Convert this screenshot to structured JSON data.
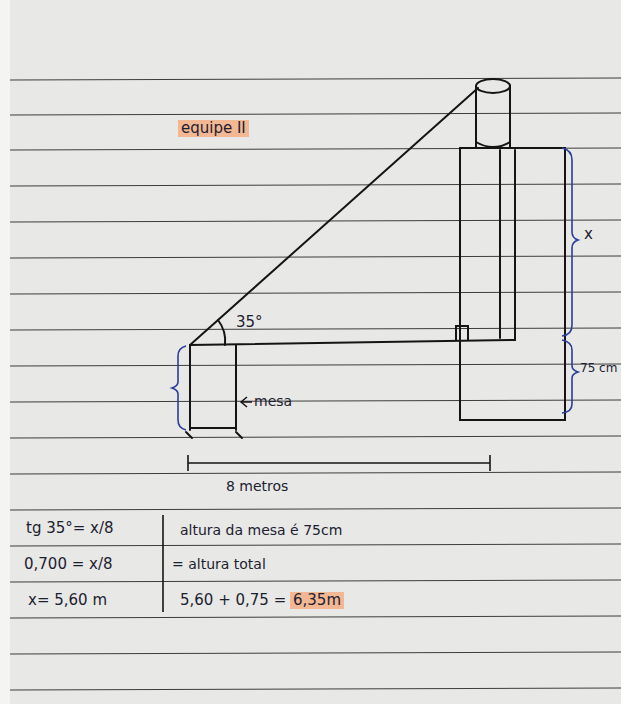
{
  "diagram": {
    "labels": [
      "equipe II",
      "35°",
      "x",
      "75 cm",
      "mesa",
      "8 metros",
      "tg 35°= x/8",
      "altura da mesa é 75cm",
      "0,700 = x/8",
      "= altura total",
      "x= 5,60 m",
      "5,60 + 0,75 =",
      "6,35m"
    ]
  }
}
